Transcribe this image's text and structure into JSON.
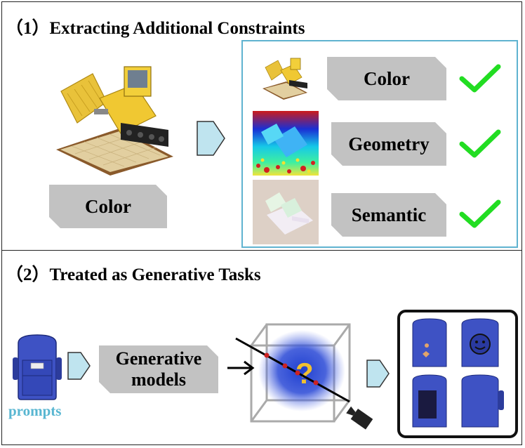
{
  "section1": {
    "heading": "（1）Extracting Additional Constraints",
    "input_label": "Color",
    "constraints": [
      {
        "label": "Color",
        "status": "check-icon"
      },
      {
        "label": "Geometry",
        "status": "check-icon"
      },
      {
        "label": "Semantic",
        "status": "check-icon"
      }
    ]
  },
  "section2": {
    "heading": "（2）Treated as Generative Tasks",
    "model_label_line1": "Generative",
    "model_label_line2": "models",
    "prompts_label": "prompts",
    "question_mark": "?"
  },
  "colors": {
    "accent": "#5fb3d0",
    "arrow_fill": "#bfe4ef",
    "check": "#22dd22",
    "tag": "#c2c2c2",
    "backpack": "#3e52c4",
    "ray_point": "#cc2222"
  }
}
